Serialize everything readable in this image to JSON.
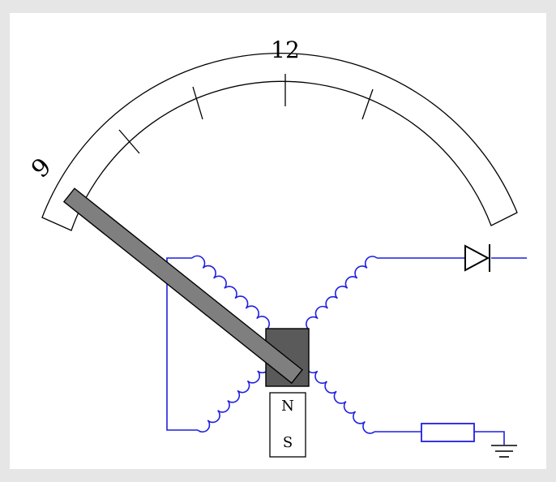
{
  "scale": {
    "label_left": "9",
    "label_top": "12"
  },
  "magnet": {
    "north": "N",
    "south": "S"
  },
  "colors": {
    "background": "#e6e6e6",
    "panel": "#ffffff",
    "wire": "#1f1fe0",
    "needle": "#7f7f7f",
    "core": "#5a5a5a",
    "outline": "#000000"
  }
}
